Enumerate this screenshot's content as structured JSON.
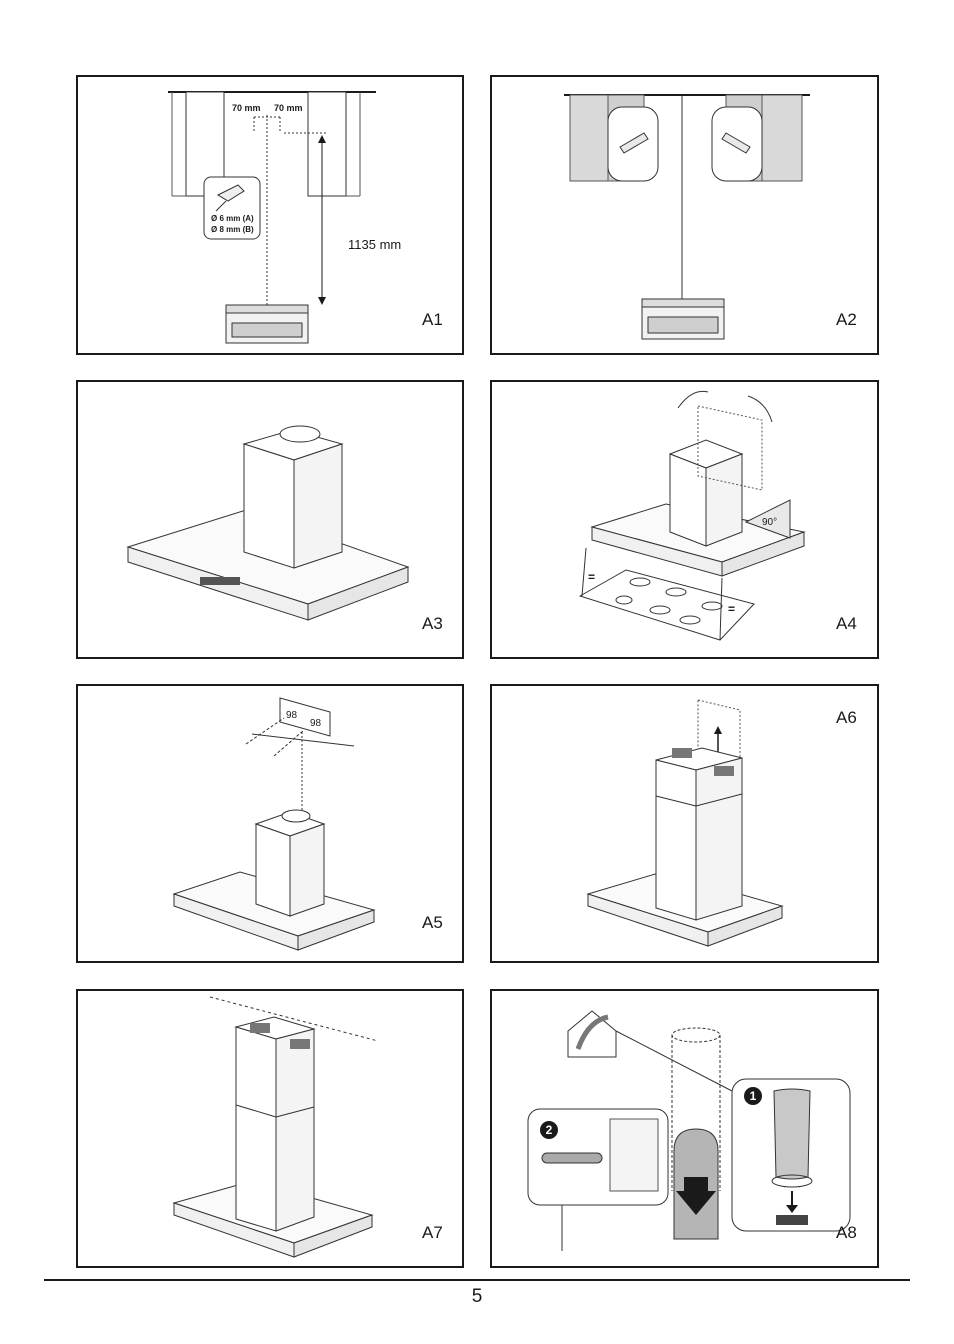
{
  "panels": [
    {
      "label": "A1"
    },
    {
      "label": "A2"
    },
    {
      "label": "A3"
    },
    {
      "label": "A4"
    },
    {
      "label": "A5"
    },
    {
      "label": "A6"
    },
    {
      "label": "A7"
    },
    {
      "label": "A8"
    }
  ],
  "a1": {
    "spacing_left": "70 mm",
    "spacing_right": "70 mm",
    "drill_a": "Ø 6 mm (A)",
    "drill_b": "Ø 8 mm (B)",
    "height": "1135 mm"
  },
  "a4": {
    "angle": "90°",
    "equal_left": "=",
    "equal_right": "="
  },
  "a5": {
    "angle_left": "98",
    "angle_right": "98"
  },
  "a8": {
    "step_1": "1",
    "step_2": "2"
  },
  "page_number": "5"
}
